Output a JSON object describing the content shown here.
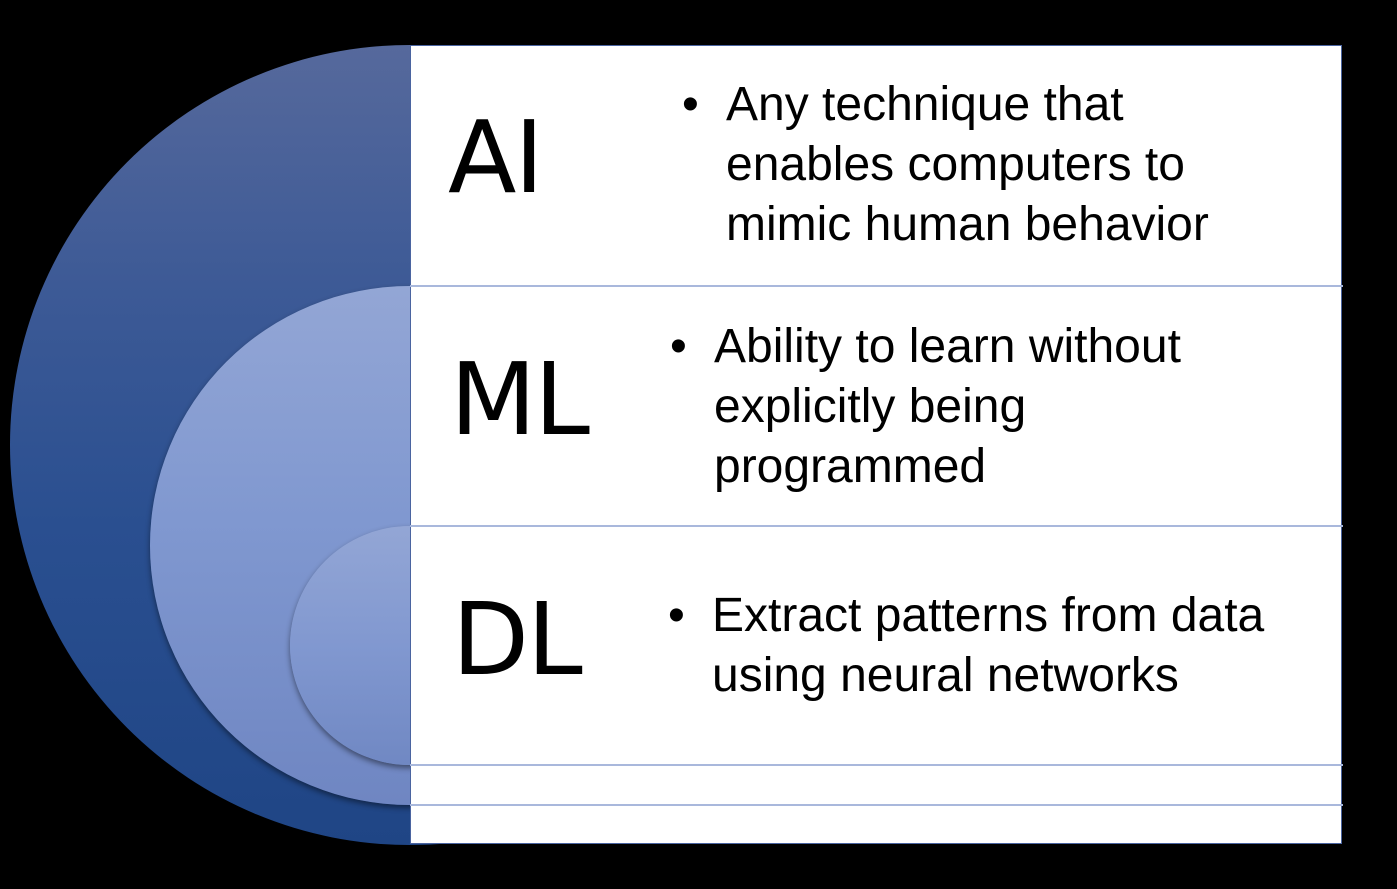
{
  "diagram": {
    "type": "nested-circles",
    "colors": {
      "background": "#000000",
      "outer_circle": "#2a4f90",
      "middle_circle": "#8098d0",
      "inner_circle": "#8198d0",
      "panel": "#ffffff",
      "divider": "#a9b8dc"
    },
    "rows": [
      {
        "label": "AI",
        "bullet": "•",
        "lines": [
          "Any technique that",
          "enables computers to",
          "mimic human behavior"
        ]
      },
      {
        "label": "ML",
        "bullet": "•",
        "lines": [
          "Ability to learn without",
          "explicitly being",
          "programmed"
        ]
      },
      {
        "label": "DL",
        "bullet": "•",
        "lines": [
          "Extract patterns from data",
          "using neural networks"
        ]
      }
    ]
  }
}
